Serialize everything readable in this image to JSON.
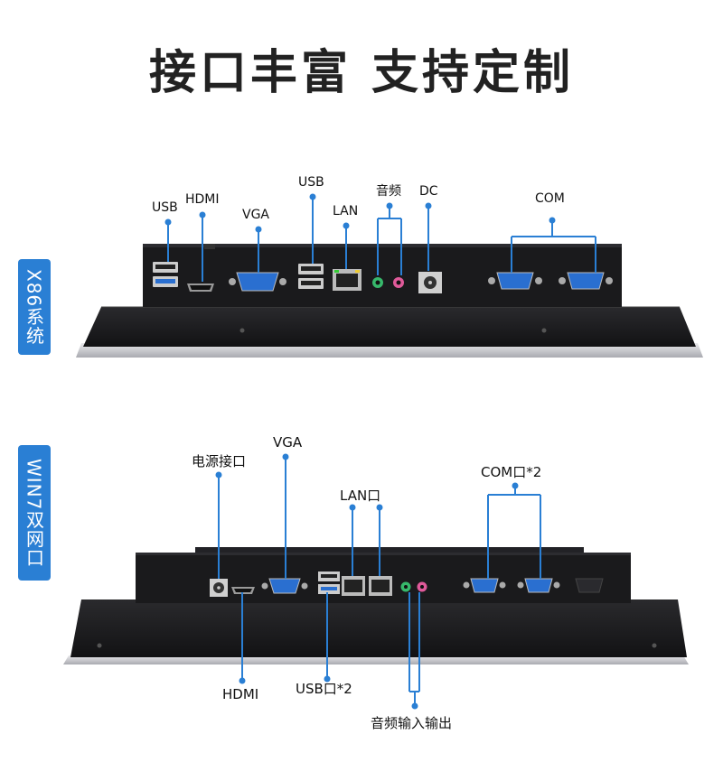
{
  "title": "接口丰富 支持定制",
  "panel1": {
    "tab": "X86系统",
    "labels": {
      "usb_a": "USB",
      "hdmi": "HDMI",
      "vga": "VGA",
      "usb_b": "USB",
      "lan": "LAN",
      "audio": "音频",
      "dc": "DC",
      "com": "COM"
    }
  },
  "panel2": {
    "tab": "WIN7双网口",
    "labels": {
      "power": "电源接口",
      "vga": "VGA",
      "lan": "LAN口",
      "com": "COM口*2",
      "hdmi": "HDMI",
      "usb": "USB口*2",
      "audio": "音频输入输出"
    }
  },
  "colors": {
    "accent": "#2a7fd4",
    "device_body": "#1c1c1e",
    "port_blue": "#2a6fd0",
    "audio_green": "#37b86b",
    "audio_pink": "#e05a9a"
  }
}
